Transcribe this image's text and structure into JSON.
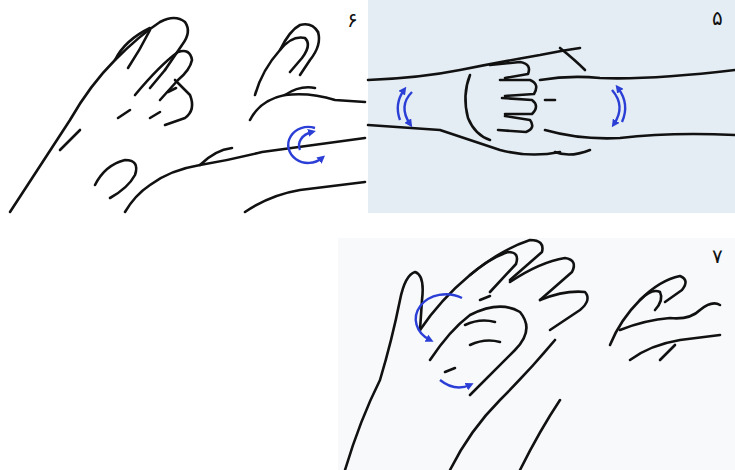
{
  "diagram": {
    "labels": [
      "۶",
      "۵",
      "۷"
    ]
  }
}
